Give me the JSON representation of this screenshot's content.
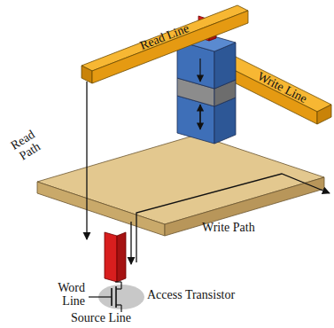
{
  "diagram": {
    "nodes": [
      {
        "text": [
          "Read Line"
        ]
      },
      {
        "text": [
          "Write Line"
        ]
      }
    ],
    "labels": [
      "Read Path",
      "Write Path",
      "Word Line",
      "Access Transistor",
      "Source Line"
    ]
  }
}
